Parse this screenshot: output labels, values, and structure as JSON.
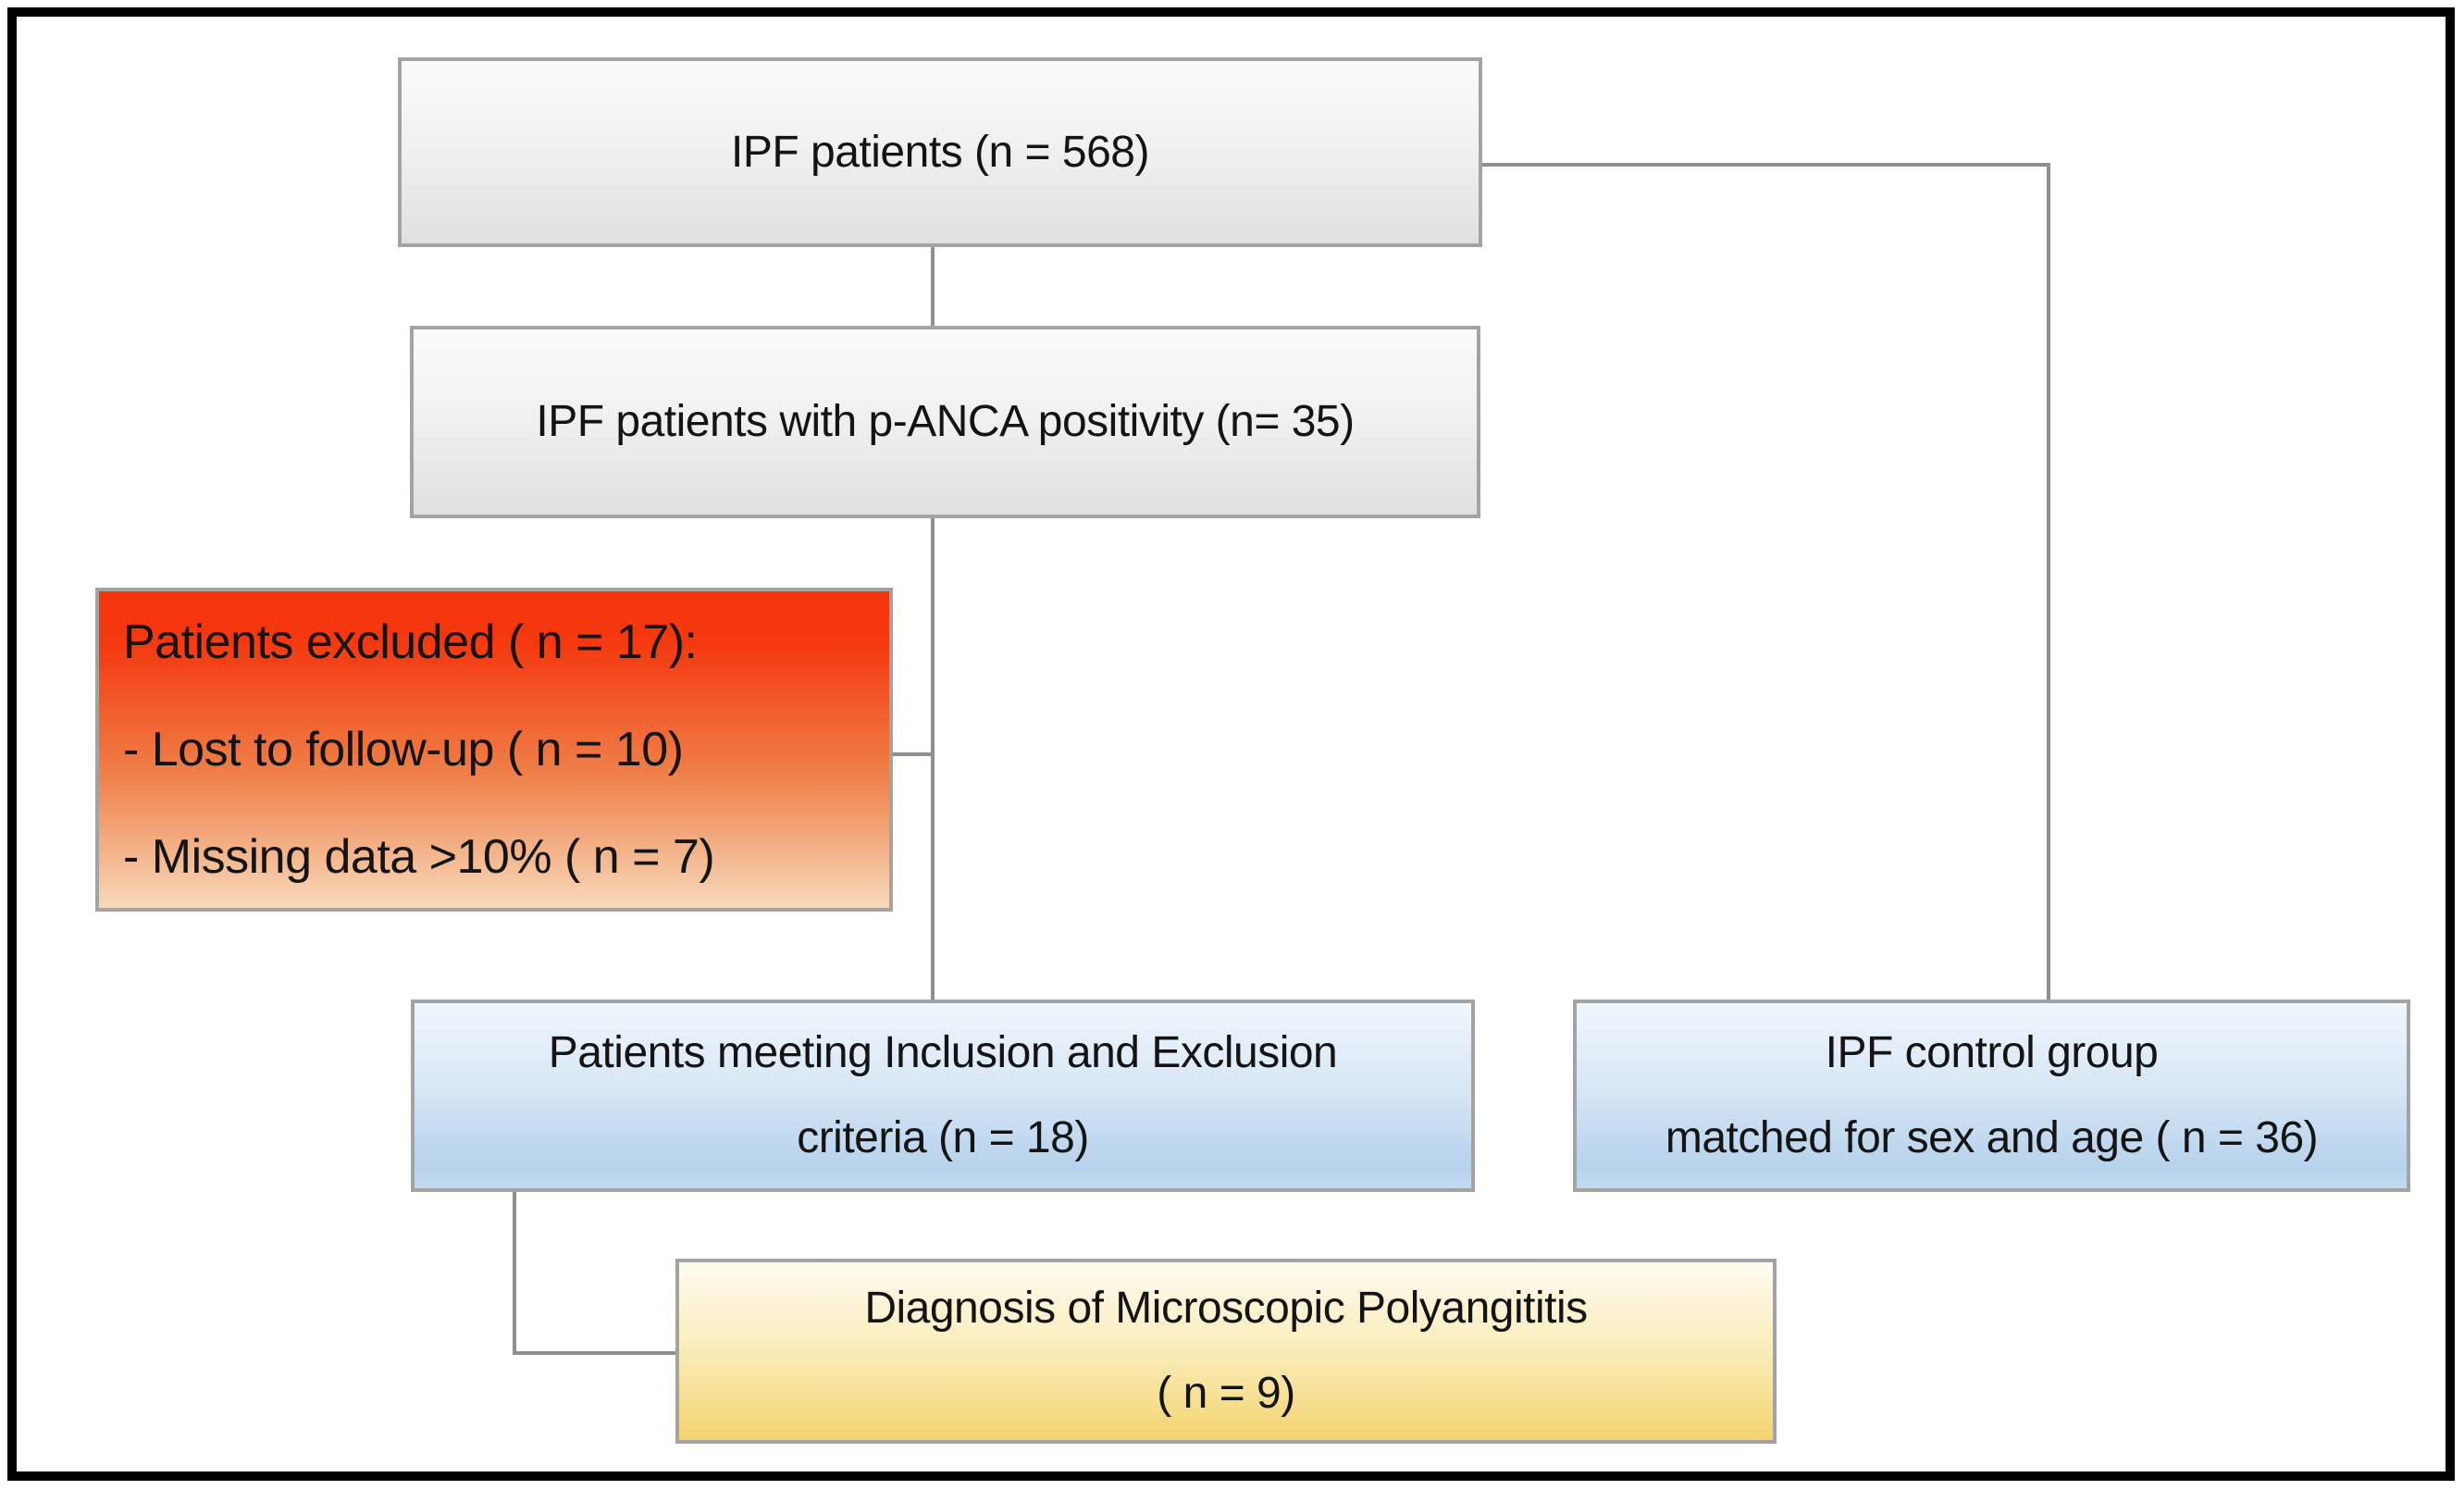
{
  "flowchart": {
    "nodes": {
      "ipf_patients": {
        "label": "IPF patients (n = 568)"
      },
      "panca": {
        "label": "IPF patients with p-ANCA positivity (n= 35)"
      },
      "excluded": {
        "title": "Patients excluded ( n = 17):",
        "items": [
          "- Lost to follow-up ( n = 10)",
          "- Missing data >10% ( n = 7)"
        ]
      },
      "inclusion": {
        "line1": "Patients meeting Inclusion and Exclusion",
        "line2": "criteria (n = 18)"
      },
      "control": {
        "line1": "IPF control group",
        "line2": "matched for sex and age ( n = 36)"
      },
      "diagnosis": {
        "line1": "Diagnosis of Microscopic Polyangititis",
        "line2": "( n = 9)"
      }
    },
    "colors": {
      "gray_box_top": "#fbfbfb",
      "gray_box_bottom": "#e0e0e0",
      "red_box_top": "#f5340c",
      "red_box_bottom": "#f7d9ba",
      "blue_box_top": "#f0f6fc",
      "blue_box_bottom": "#b7d2ec",
      "yellow_box_top": "#fefbf1",
      "yellow_box_bottom": "#f3d470",
      "box_border": "#a3a3a3",
      "connector": "#8f8f8f",
      "frame": "#000000",
      "text": "#141414"
    }
  }
}
